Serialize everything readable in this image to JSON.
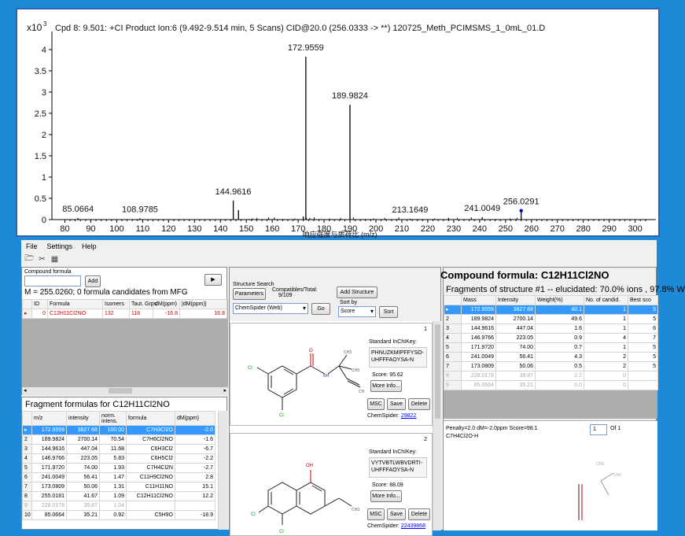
{
  "spectrum": {
    "title": "Cpd 8: 9.501: +CI Product Ion:6 (9.492-9.514 min, 5 Scans) CID@20.0 (256.0333 -> **) 120725_Meth_PCIMSMS_1_0mL_01.D",
    "y_multiplier": "x10",
    "y_exponent": "3",
    "xlabel": "响应强度与质荷比 (m/z)",
    "accent_color": "#0000cc"
  },
  "chart_data": {
    "type": "bar",
    "xlim": [
      75,
      810
    ],
    "ylim": [
      0,
      4.35
    ],
    "xticks": [
      "80",
      "90",
      "100",
      "110",
      "120",
      "130",
      "140",
      "150",
      "160",
      "170",
      "180",
      "190",
      "200",
      "210",
      "220",
      "230",
      "240",
      "250",
      "260",
      "270",
      "280",
      "290",
      "300"
    ],
    "yticks": [
      "0",
      "0.5",
      "1",
      "1.5",
      "2",
      "2.5",
      "3",
      "3.5",
      "4"
    ],
    "peaks": [
      {
        "mz": 85.0664,
        "y": 0.035,
        "label": "85.0664"
      },
      {
        "mz": 108.9785,
        "y": 0.03,
        "label": "108.9785"
      },
      {
        "mz": 144.9616,
        "y": 0.447,
        "label": "144.9616"
      },
      {
        "mz": 146.9766,
        "y": 0.223,
        "label": ""
      },
      {
        "mz": 172.9559,
        "y": 3.83,
        "label": "172.9559"
      },
      {
        "mz": 173.0809,
        "y": 0.05,
        "label": ""
      },
      {
        "mz": 171.972,
        "y": 0.074,
        "label": ""
      },
      {
        "mz": 189.9824,
        "y": 2.7,
        "label": "189.9824"
      },
      {
        "mz": 213.1649,
        "y": 0.02,
        "label": "213.1649"
      },
      {
        "mz": 228.0178,
        "y": 0.04,
        "label": ""
      },
      {
        "mz": 241.0049,
        "y": 0.056,
        "label": "241.0049"
      },
      {
        "mz": 256.0291,
        "y": 0.21,
        "label": "256.0291",
        "marker": true
      }
    ]
  },
  "menu": [
    "File",
    "Settings",
    "Help"
  ],
  "left": {
    "compound_formula_label": "Compound formula",
    "add_button": "Add",
    "mass_line": "M = 255.0260; 0 formula candidates from MFG",
    "candidates_headers": [
      "ID",
      "Formula",
      "Isomers",
      "Taut. Grps",
      "dM(ppm)",
      "|dM(ppm)|"
    ],
    "candidates_rows": [
      [
        "0",
        "C12H11Cl2NO",
        "132",
        "118",
        "-16.8",
        "16.8"
      ]
    ],
    "fragment_title": "Fragment formulas for C12H11Cl2NO",
    "fragment_headers": [
      "m/z",
      "intensity",
      "norm. intens.",
      "formula",
      "dM(ppm)"
    ],
    "fragment_rows": [
      [
        "172.9559",
        "3827.68",
        "100.00",
        "C7H3Cl2O",
        "-2.0"
      ],
      [
        "189.9824",
        "2700.14",
        "70.54",
        "C7H6Cl2NO",
        "-1.6"
      ],
      [
        "144.9616",
        "447.04",
        "11.68",
        "C6H3Cl2",
        "-6.7"
      ],
      [
        "146.9766",
        "223.05",
        "5.83",
        "C6H5Cl2",
        "-2.2"
      ],
      [
        "171.9720",
        "74.00",
        "1.93",
        "C7H4Cl2N",
        "-2.7"
      ],
      [
        "241.0049",
        "56.41",
        "1.47",
        "C11H9Cl2NO",
        "2.8"
      ],
      [
        "173.0809",
        "50.06",
        "1.31",
        "C11H11NO",
        "15.1"
      ],
      [
        "255.0181",
        "41.67",
        "1.09",
        "C12H11Cl2NO",
        "12.2"
      ],
      [
        "228.0178",
        "39.87",
        "1.04",
        "",
        ""
      ],
      [
        "85.0664",
        "35.21",
        "0.92",
        "C5H9O",
        "-18.9"
      ]
    ]
  },
  "middle": {
    "structure_search_label": "Structure Search",
    "parameters_button": "Parameters",
    "compatibles_label": "Compatibles/Total:",
    "compatibles_value": "9/109",
    "add_structure_button": "Add Structure",
    "source_select": "ChemSpider (Web)",
    "go_button": "Go",
    "sort_by_label": "Sort by",
    "sort_select": "Score",
    "sort_button": "Sort",
    "results": [
      {
        "rank": "1",
        "inchi_label": "Standard InChIKey:",
        "inchi": "PHNUZKMIPFFYSO-UHFFFAOYSA-N",
        "score_label": "Score:",
        "score": "95.62",
        "more_info": "More Info...",
        "msc": "MSC",
        "save": "Save",
        "delete": "Delete",
        "chemspider_label": "ChemSpider:",
        "chemspider_id": "29822",
        "atoms": [
          "Cl",
          "Cl",
          "CH3",
          "CH3",
          "NH",
          "O",
          "CH"
        ]
      },
      {
        "rank": "2",
        "inchi_label": "Standard InChIKey:",
        "inchi": "VYTVBTLWBVDRTI-UHFFFAOYSA-N",
        "score_label": "Score:",
        "score": "88.09",
        "more_info": "More Info...",
        "msc": "MSC",
        "save": "Save",
        "delete": "Delete",
        "chemspider_label": "ChemSpider:",
        "chemspider_id": "22439868",
        "atoms": [
          "OH",
          "Cl",
          "CH3",
          "Cl"
        ]
      }
    ]
  },
  "right": {
    "compound_title": "Compound formula: C12H11Cl2NO",
    "fragments_title": "Fragments of structure #1 -- elucidated: 70.0% ions , 97.8% W",
    "headers": [
      "",
      "Mass",
      "Intensity",
      "Weight(%)",
      "No. of candid.",
      "Best sco"
    ],
    "rows": [
      [
        "1",
        "172.9559",
        "3827.68",
        "40.1",
        "1",
        "5"
      ],
      [
        "2",
        "189.9824",
        "2700.14",
        "49.6",
        "1",
        "5"
      ],
      [
        "3",
        "144.9616",
        "447.04",
        "1.6",
        "1",
        "6"
      ],
      [
        "4",
        "146.9766",
        "223.05",
        "0.9",
        "4",
        "7"
      ],
      [
        "5",
        "171.9720",
        "74.00",
        "0.7",
        "1",
        "5"
      ],
      [
        "6",
        "241.0049",
        "56.41",
        "4.3",
        "2",
        "5"
      ],
      [
        "7",
        "173.0809",
        "50.06",
        "0.5",
        "2",
        "5"
      ],
      [
        "8",
        "228.0178",
        "39.87",
        "2.2",
        "0",
        ""
      ],
      [
        "9",
        "85.0664",
        "35.21",
        "0.0",
        "0",
        ""
      ]
    ],
    "penalty_line": "Penalty=2.0  dM=-2.0ppm  Score=98.1",
    "page_value": "1",
    "page_of": "Of 1",
    "fragment_formula": "C7H4Cl2O-H",
    "atoms": [
      "CH3",
      "CH2"
    ]
  }
}
